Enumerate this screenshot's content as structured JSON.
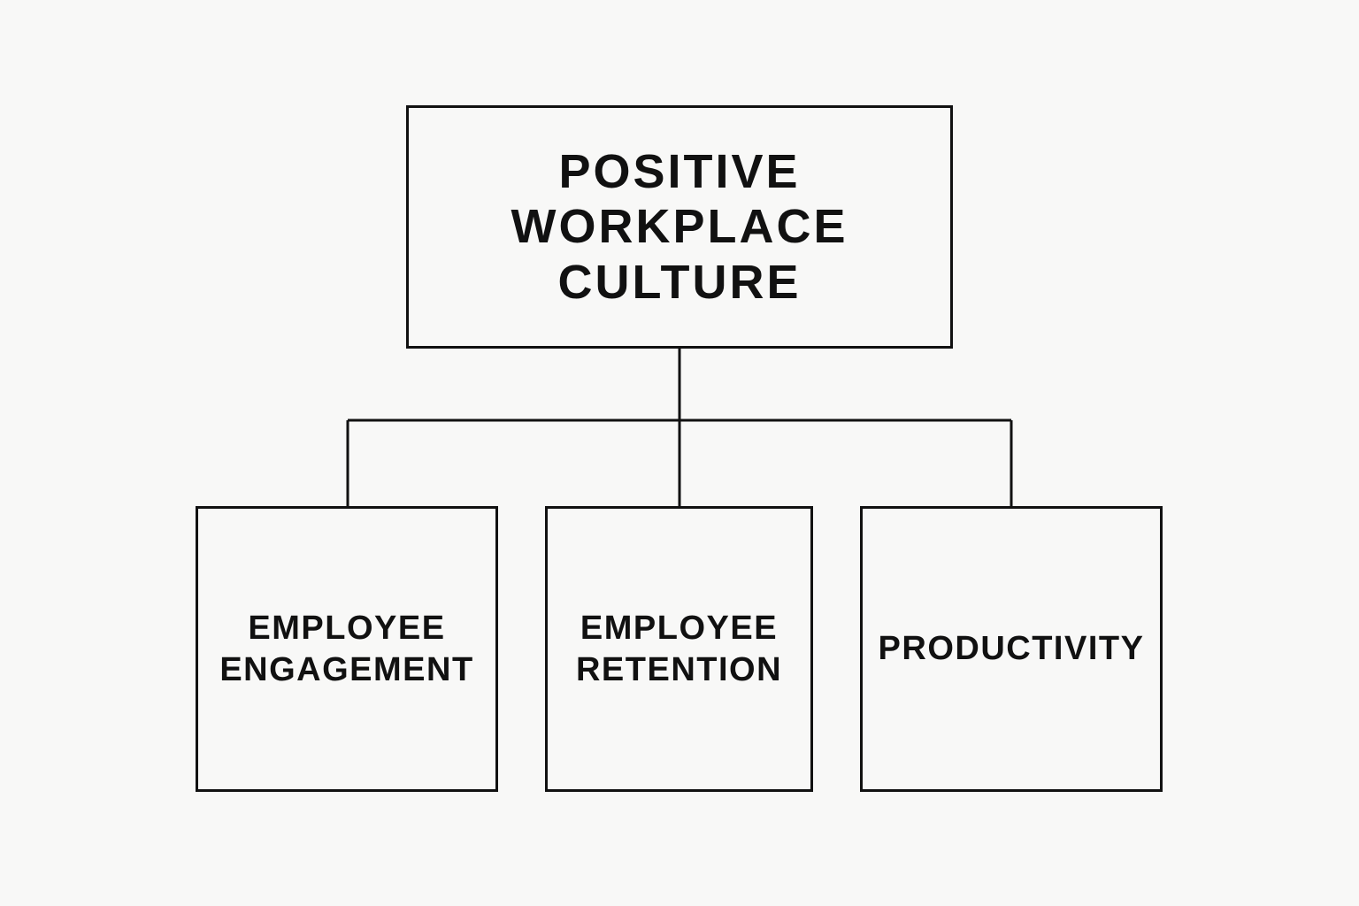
{
  "diagram": {
    "root": {
      "label": "POSITIVE\nWORKPLACE\nCULTURE"
    },
    "children": [
      {
        "label": "EMPLOYEE\nENGAGEMENT"
      },
      {
        "label": "EMPLOYEE\nRETENTION"
      },
      {
        "label": "PRODUCTIVITY"
      }
    ],
    "colors": {
      "background": "#f8f8f7",
      "line": "#111111",
      "text": "#111111"
    }
  }
}
